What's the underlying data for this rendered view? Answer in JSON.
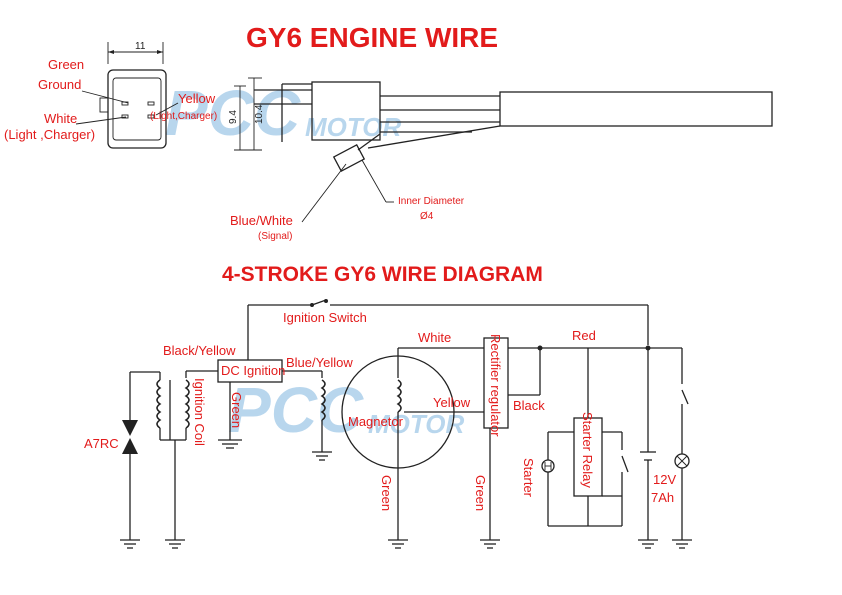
{
  "titles": {
    "engine_wire": "GY6 ENGINE WIRE",
    "wire_diagram": "4-STROKE GY6 WIRE DIAGRAM"
  },
  "watermark": {
    "brand": "PCC",
    "sub": "MOTOR"
  },
  "connector": {
    "dim_top": "11",
    "dim_inner": "9.4",
    "dim_outer": "10.4",
    "green": "Green",
    "ground": "Ground",
    "white": "White",
    "light_charger": "(Light ,Charger)",
    "yellow": "Yellow",
    "yellow_sub": "(Light,Charger)",
    "blue_white": "Blue/White",
    "signal": "(Signal)",
    "inner_diameter": "Inner Diameter",
    "diameter_value": "Ø4"
  },
  "circuit": {
    "ignition_switch": "Ignition Switch",
    "black_yellow": "Black/Yellow",
    "dc_ignition": "DC Ignition",
    "blue_yellow": "Blue/Yellow",
    "ignition_coil": "Ignition Coil",
    "a7rc": "A7RC",
    "green_dc": "Green",
    "magnetor": "Magnetor",
    "green_mag": "Green",
    "white": "White",
    "yellow": "Yellow",
    "rectifier": "Rectifier regulator",
    "black": "Black",
    "green_rect": "Green",
    "red": "Red",
    "starter_relay": "Starter Relay",
    "starter": "Starter",
    "voltage": "12V",
    "capacity": "7Ah"
  },
  "colors": {
    "label": "#e21b1b",
    "line": "#222222",
    "watermark": "#7fb6df"
  }
}
